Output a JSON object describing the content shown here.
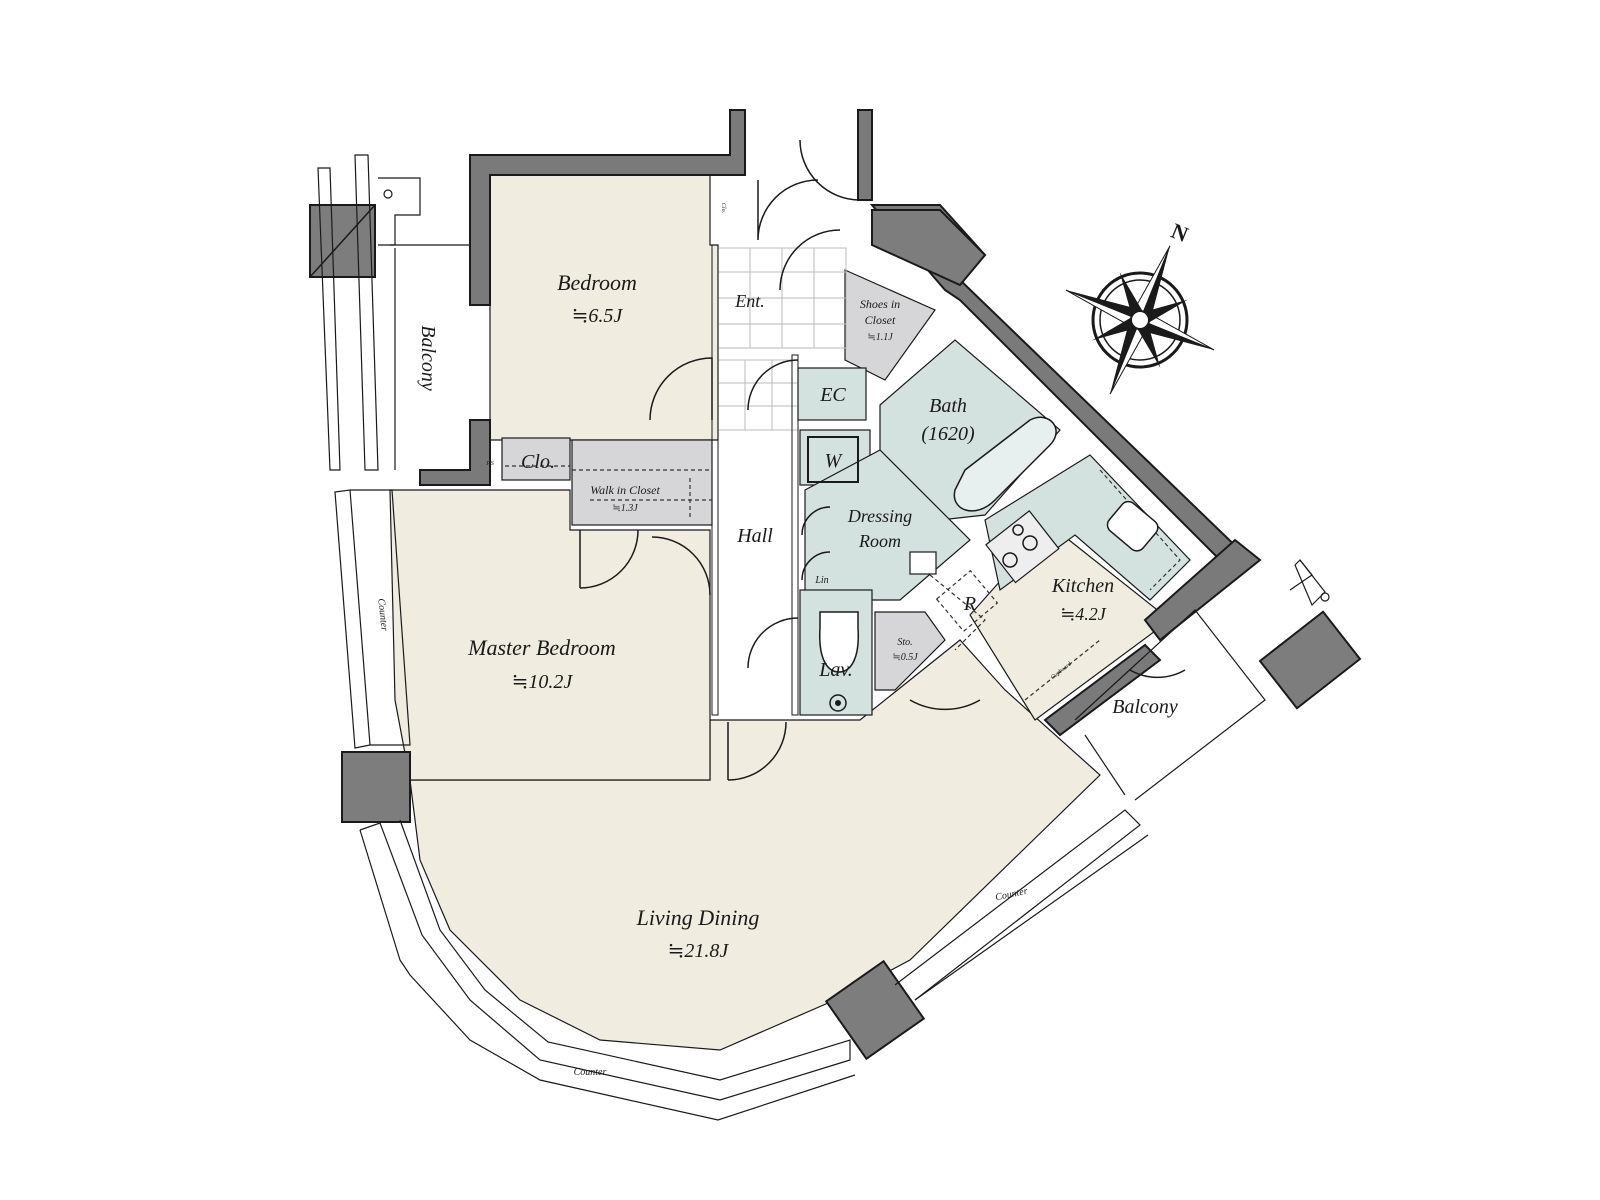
{
  "colors": {
    "living_floor": "#f0ece0",
    "wet_area": "#d3e1df",
    "storage": "#d6d6d9",
    "wall": "#7a7a7a",
    "outline": "#1a1a1a"
  },
  "rooms": {
    "bedroom": {
      "name": "Bedroom",
      "area": "≒6.5J"
    },
    "master": {
      "name": "Master Bedroom",
      "area": "≒10.2J"
    },
    "living": {
      "name": "Living Dining",
      "area": "≒21.8J"
    },
    "kitchen": {
      "name": "Kitchen",
      "area": "≒4.2J"
    },
    "bath": {
      "name": "Bath",
      "size": "(1620)"
    },
    "dressing": {
      "line1": "Dressing",
      "line2": "Room"
    },
    "entrance": {
      "name": "Ent."
    },
    "hall": {
      "name": "Hall"
    },
    "shoes": {
      "line1": "Shoes in",
      "line2": "Closet",
      "area": "≒1.1J"
    },
    "walkin": {
      "name": "Walk in Closet",
      "area": "≒1.3J"
    },
    "closet": {
      "name": "Clo."
    },
    "storage": {
      "name": "Sto.",
      "area": "≒0.5J"
    },
    "lavatory": {
      "name": "Lav."
    },
    "ec": {
      "name": "EC"
    },
    "washer": {
      "name": "W"
    },
    "fridge": {
      "name": "R"
    },
    "linen": {
      "name": "Lin"
    },
    "balcony_west": {
      "name": "Balcony"
    },
    "balcony_east": {
      "name": "Balcony"
    },
    "ps": {
      "name": "P.S"
    },
    "clo_small": {
      "name": "Clo."
    },
    "cupboard": {
      "name": "Cupboard"
    }
  },
  "counters": {
    "west": "Counter",
    "south": "Counter",
    "east": "Counter"
  },
  "compass": {
    "north": "N",
    "icon": "compass-rose-icon"
  }
}
